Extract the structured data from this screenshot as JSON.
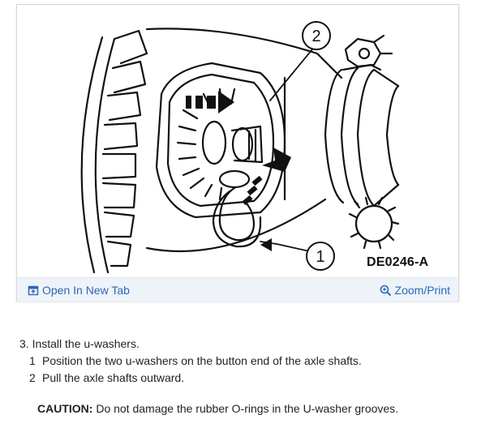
{
  "figure": {
    "callouts": [
      "2",
      "1"
    ],
    "ref_code": "DE0246-A",
    "open_tab_label": "Open In New Tab",
    "zoom_label": "Zoom/Print",
    "link_color": "#2b67b4",
    "icons": {
      "open_tab": "open-in-new-tab-icon",
      "zoom": "zoom-magnifier-icon"
    }
  },
  "instructions": {
    "step": "3. Install the u-washers.",
    "substeps": [
      {
        "num": "1",
        "text": "Position the two u-washers on the button end of the axle shafts."
      },
      {
        "num": "2",
        "text": "Pull the axle shafts outward."
      }
    ],
    "caution_label": "CAUTION:",
    "caution_text": " Do not damage the rubber O-rings in the U-washer grooves."
  }
}
